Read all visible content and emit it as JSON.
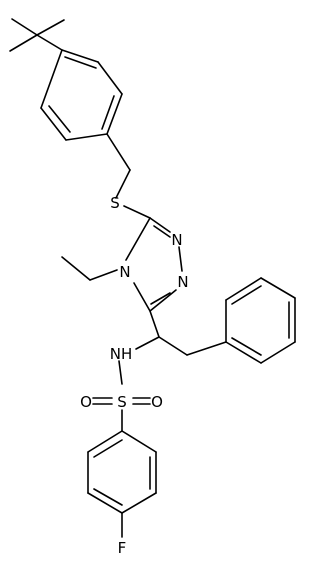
{
  "molecule": {
    "atom_labels": {
      "sulfur_thioether": "S",
      "triazole_n1": "N",
      "triazole_n2": "N",
      "triazole_n4": "N",
      "amide_nh": "NH",
      "sulfonyl_s": "S",
      "sulfonyl_o_left": "O",
      "sulfonyl_o_right": "O",
      "fluorine": "F"
    }
  }
}
